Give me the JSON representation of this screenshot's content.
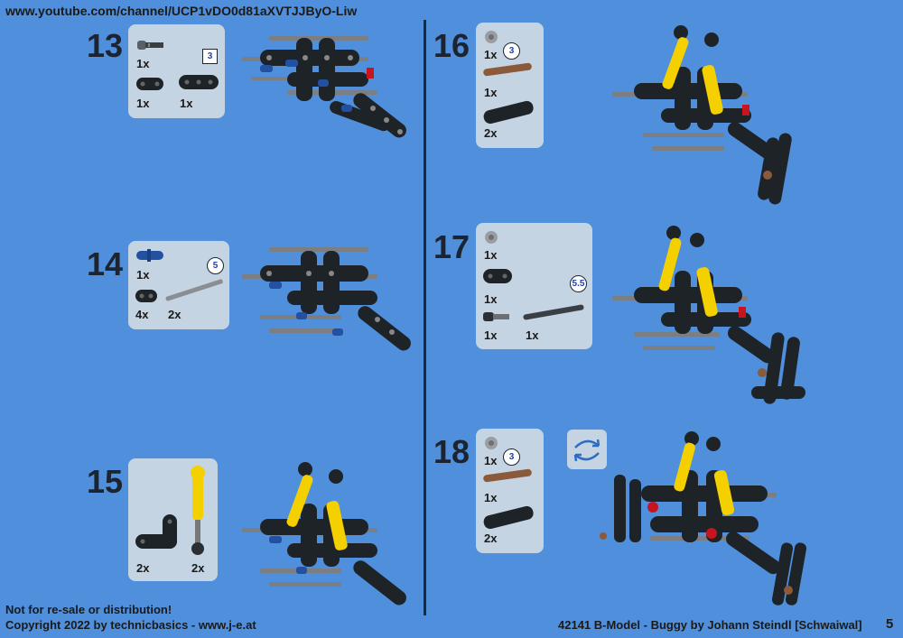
{
  "header": {
    "url": "www.youtube.com/channel/UCP1vDO0d81aXVTJJByO-Liw"
  },
  "steps": {
    "s13": {
      "num": "13",
      "q1": "1x",
      "q2": "1x",
      "q3": "1x",
      "len": "3"
    },
    "s14": {
      "num": "14",
      "q1": "1x",
      "q2": "4x",
      "q3": "2x",
      "len": "5"
    },
    "s15": {
      "num": "15",
      "q1": "2x",
      "q2": "2x"
    },
    "s16": {
      "num": "16",
      "q1": "1x",
      "q2": "1x",
      "q3": "2x",
      "len": "3"
    },
    "s17": {
      "num": "17",
      "q1": "1x",
      "q2": "1x",
      "q3": "1x",
      "q4": "1x",
      "len": "5.5"
    },
    "s18": {
      "num": "18",
      "q1": "1x",
      "q2": "1x",
      "q3": "2x",
      "len": "3"
    }
  },
  "footer": {
    "notice": "Not for re-sale or distribution!",
    "copyright": "Copyright 2022 by technicbasics - www.j-e.at",
    "title": "42141 B-Model - Buggy by Johann Steindl [Schwaiwal]",
    "page": "5"
  },
  "colors": {
    "background": "#4f8fdb",
    "panel": "#c4d4e2",
    "beam": "#1e2328",
    "axle": "#7b7f84",
    "pin": "#2350a0",
    "yellow": "#f5d000",
    "red": "#c8141e",
    "brown": "#8a5a3a"
  },
  "icons": [
    "rotate-model-icon"
  ]
}
